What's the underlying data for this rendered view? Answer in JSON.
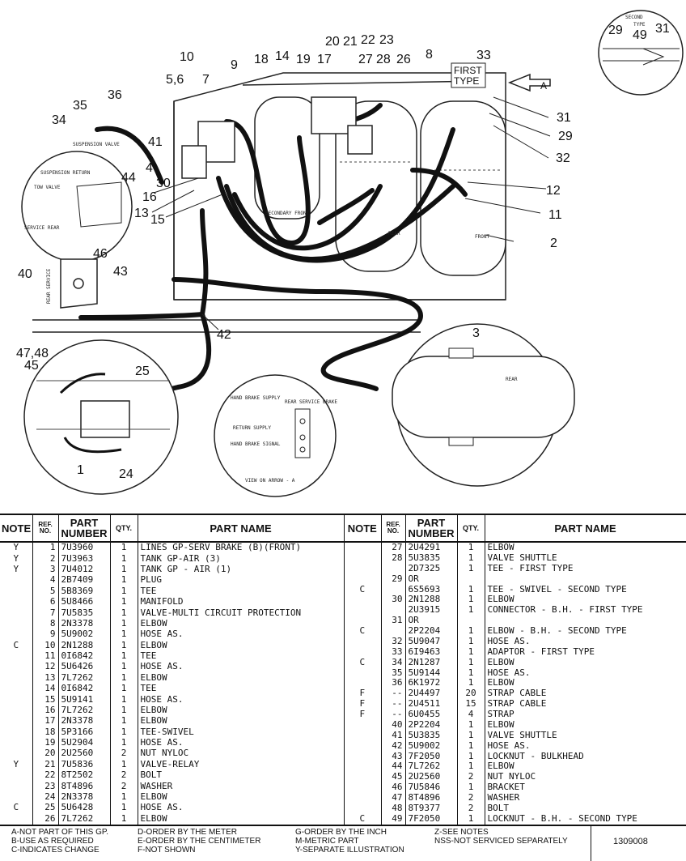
{
  "diagram": {
    "callouts": [
      "1",
      "2",
      "3",
      "4",
      "5,6",
      "7",
      "8",
      "9",
      "10",
      "11",
      "12",
      "13",
      "14",
      "15",
      "16",
      "17",
      "18",
      "19",
      "20",
      "21",
      "22",
      "23",
      "24",
      "25",
      "26",
      "27",
      "28",
      "29",
      "30",
      "31",
      "32",
      "33",
      "34",
      "35",
      "36",
      "40",
      "41",
      "42",
      "43",
      "44",
      "45",
      "46",
      "47,48"
    ],
    "labels": {
      "first_type": "FIRST TYPE",
      "second_type": "SECOND TYPE",
      "arrow_a": "A",
      "suspension_valve": "SUSPENSION VALVE",
      "suspension_return": "SUSPENSION RETURN",
      "tow_valve": "TOW VALVE",
      "service_rear": "SERVICE REAR",
      "rear_service": "REAR SERVICE",
      "secondary_front": "SECONDARY FRONT",
      "rear_tank": "REAR",
      "front_tank": "FRONT",
      "rear_tank_detail": "REAR",
      "hand_brake_supply": "HAND BRAKE SUPPLY",
      "rear_service_brake": "REAR SERVICE BRAKE",
      "rear_service_supply": "RETURN SUPPLY",
      "hand_brake_signal": "HAND BRAKE SIGNAL",
      "view_on_arrow": "VIEW ON ARROW - A"
    }
  },
  "table": {
    "headers": {
      "note": "NOTE",
      "ref": "REF. NO.",
      "part_number": "PART NUMBER",
      "qty": "QTY.",
      "part_name": "PART NAME"
    },
    "left_rows": [
      {
        "note": "Y",
        "ref": "1",
        "pn": "7U3960",
        "qty": "1",
        "name": "LINES GP-SERV BRAKE (B)(FRONT)"
      },
      {
        "note": "Y",
        "ref": "2",
        "pn": "7U3963",
        "qty": "1",
        "name": "TANK GP-AIR (3)"
      },
      {
        "note": "Y",
        "ref": "3",
        "pn": "7U4012",
        "qty": "1",
        "name": "TANK GP -      AIR (1)"
      },
      {
        "note": "",
        "ref": "4",
        "pn": "2B7409",
        "qty": "1",
        "name": "PLUG"
      },
      {
        "note": "",
        "ref": "5",
        "pn": "5B8369",
        "qty": "1",
        "name": "TEE"
      },
      {
        "note": "",
        "ref": "6",
        "pn": "5U8466",
        "qty": "1",
        "name": "MANIFOLD"
      },
      {
        "note": "",
        "ref": "7",
        "pn": "7U5835",
        "qty": "1",
        "name": "VALVE-MULTI CIRCUIT PROTECTION"
      },
      {
        "note": "",
        "ref": "8",
        "pn": "2N3378",
        "qty": "1",
        "name": "ELBOW"
      },
      {
        "note": "",
        "ref": "9",
        "pn": "5U9002",
        "qty": "1",
        "name": "HOSE AS."
      },
      {
        "note": "C",
        "ref": "10",
        "pn": "2N1288",
        "qty": "1",
        "name": "ELBOW"
      },
      {
        "note": "",
        "ref": "11",
        "pn": "0I6842",
        "qty": "1",
        "name": "TEE"
      },
      {
        "note": "",
        "ref": "12",
        "pn": "5U6426",
        "qty": "1",
        "name": "HOSE AS."
      },
      {
        "note": "",
        "ref": "13",
        "pn": "7L7262",
        "qty": "1",
        "name": "ELBOW"
      },
      {
        "note": "",
        "ref": "14",
        "pn": "0I6842",
        "qty": "1",
        "name": "TEE"
      },
      {
        "note": "",
        "ref": "15",
        "pn": "5U9141",
        "qty": "1",
        "name": "HOSE AS."
      },
      {
        "note": "",
        "ref": "16",
        "pn": "7L7262",
        "qty": "1",
        "name": "ELBOW"
      },
      {
        "note": "",
        "ref": "17",
        "pn": "2N3378",
        "qty": "1",
        "name": "ELBOW"
      },
      {
        "note": "",
        "ref": "18",
        "pn": "5P3166",
        "qty": "1",
        "name": "TEE-SWIVEL"
      },
      {
        "note": "",
        "ref": "19",
        "pn": "5U2904",
        "qty": "1",
        "name": "HOSE AS."
      },
      {
        "note": "",
        "ref": "20",
        "pn": "2U2560",
        "qty": "2",
        "name": "NUT NYLOC"
      },
      {
        "note": "Y",
        "ref": "21",
        "pn": "7U5836",
        "qty": "1",
        "name": "VALVE-RELAY"
      },
      {
        "note": "",
        "ref": "22",
        "pn": "8T2502",
        "qty": "2",
        "name": "BOLT"
      },
      {
        "note": "",
        "ref": "23",
        "pn": "8T4896",
        "qty": "2",
        "name": "WASHER"
      },
      {
        "note": "",
        "ref": "24",
        "pn": "2N3378",
        "qty": "1",
        "name": "ELBOW"
      },
      {
        "note": "C",
        "ref": "25",
        "pn": "5U6428",
        "qty": "1",
        "name": "HOSE AS."
      },
      {
        "note": "",
        "ref": "26",
        "pn": "7L7262",
        "qty": "1",
        "name": "ELBOW"
      }
    ],
    "right_rows": [
      {
        "note": "",
        "ref": "27",
        "pn": "2U4291",
        "qty": "1",
        "name": "ELBOW"
      },
      {
        "note": "",
        "ref": "28",
        "pn": "5U3835",
        "qty": "1",
        "name": "VALVE SHUTTLE"
      },
      {
        "note": "",
        "ref": "",
        "pn": "2D7325",
        "qty": "1",
        "name": "TEE - FIRST TYPE"
      },
      {
        "note": "",
        "ref": "29",
        "pn": "OR",
        "qty": "",
        "name": ""
      },
      {
        "note": "C",
        "ref": "",
        "pn": "6S5693",
        "qty": "1",
        "name": "TEE - SWIVEL - SECOND TYPE"
      },
      {
        "note": "",
        "ref": "30",
        "pn": "2N1288",
        "qty": "1",
        "name": "ELBOW"
      },
      {
        "note": "",
        "ref": "",
        "pn": "2U3915",
        "qty": "1",
        "name": "CONNECTOR - B.H. - FIRST TYPE"
      },
      {
        "note": "",
        "ref": "31",
        "pn": "OR",
        "qty": "",
        "name": ""
      },
      {
        "note": "C",
        "ref": "",
        "pn": "2P2204",
        "qty": "1",
        "name": "ELBOW - B.H. - SECOND TYPE"
      },
      {
        "note": "",
        "ref": "32",
        "pn": "5U9047",
        "qty": "1",
        "name": "HOSE AS."
      },
      {
        "note": "",
        "ref": "33",
        "pn": "6I9463",
        "qty": "1",
        "name": "ADAPTOR - FIRST TYPE"
      },
      {
        "note": "C",
        "ref": "34",
        "pn": "2N1287",
        "qty": "1",
        "name": "ELBOW"
      },
      {
        "note": "",
        "ref": "35",
        "pn": "5U9144",
        "qty": "1",
        "name": "HOSE AS."
      },
      {
        "note": "",
        "ref": "36",
        "pn": "6K1972",
        "qty": "1",
        "name": "ELBOW"
      },
      {
        "note": "F",
        "ref": "--",
        "pn": "2U4497",
        "qty": "20",
        "name": "STRAP CABLE"
      },
      {
        "note": "F",
        "ref": "--",
        "pn": "2U4511",
        "qty": "15",
        "name": "STRAP CABLE"
      },
      {
        "note": "F",
        "ref": "--",
        "pn": "6U0455",
        "qty": "4",
        "name": "STRAP"
      },
      {
        "note": "",
        "ref": "40",
        "pn": "2P2204",
        "qty": "1",
        "name": "ELBOW"
      },
      {
        "note": "",
        "ref": "41",
        "pn": "5U3835",
        "qty": "1",
        "name": "VALVE SHUTTLE"
      },
      {
        "note": "",
        "ref": "42",
        "pn": "5U9002",
        "qty": "1",
        "name": "HOSE AS."
      },
      {
        "note": "",
        "ref": "43",
        "pn": "7F2050",
        "qty": "1",
        "name": "LOCKNUT - BULKHEAD"
      },
      {
        "note": "",
        "ref": "44",
        "pn": "7L7262",
        "qty": "1",
        "name": "ELBOW"
      },
      {
        "note": "",
        "ref": "45",
        "pn": "2U2560",
        "qty": "2",
        "name": "NUT NYLOC"
      },
      {
        "note": "",
        "ref": "46",
        "pn": "7U5846",
        "qty": "1",
        "name": "BRACKET"
      },
      {
        "note": "",
        "ref": "47",
        "pn": "8T4896",
        "qty": "2",
        "name": "WASHER"
      },
      {
        "note": "",
        "ref": "48",
        "pn": "8T9377",
        "qty": "2",
        "name": "BOLT"
      },
      {
        "note": "C",
        "ref": "49",
        "pn": "7F2050",
        "qty": "1",
        "name": "LOCKNUT - B.H. - SECOND TYPE"
      }
    ]
  },
  "legend": {
    "col1": [
      "A-NOT PART OF THIS GP.",
      "B-USE AS REQUIRED",
      "C-INDICATES CHANGE"
    ],
    "col2": [
      "D-ORDER BY THE METER",
      "E-ORDER BY THE CENTIMETER",
      "F-NOT SHOWN"
    ],
    "col3": [
      "G-ORDER BY THE INCH",
      "M-METRIC PART",
      "Y-SEPARATE ILLUSTRATION"
    ],
    "col4": [
      "Z-SEE NOTES",
      "NSS-NOT SERVICED SEPARATELY"
    ],
    "doc_number": "1309008"
  }
}
